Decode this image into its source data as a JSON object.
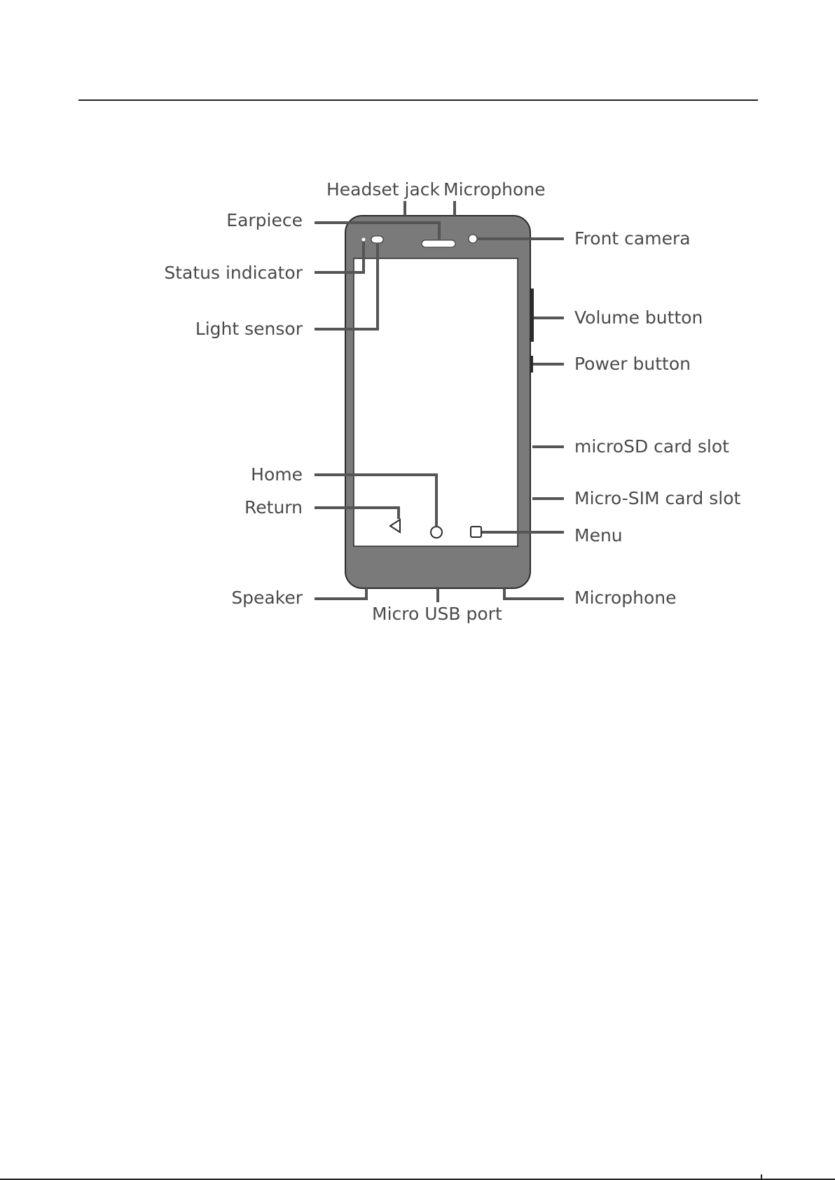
{
  "diagram": {
    "colors": {
      "phone_body": "#7a7a7a",
      "phone_outline": "#2b2b2b",
      "screen": "#ffffff",
      "leader_line": "#555555",
      "label_text": "#4a4a4a",
      "rule": "#222222"
    },
    "labels": {
      "headset_jack": "Headset jack",
      "microphone_top": "Microphone",
      "earpiece": "Earpiece",
      "front_camera": "Front camera",
      "status_indicator": "Status indicator",
      "light_sensor": "Light sensor",
      "volume_button": "Volume button",
      "power_button": "Power button",
      "microsd_slot": "microSD card slot",
      "home": "Home",
      "micro_sim_slot": "Micro-SIM card slot",
      "return": "Return",
      "menu": "Menu",
      "speaker": "Speaker",
      "microphone_bottom": "Microphone",
      "micro_usb_port": "Micro USB port"
    },
    "icons": {
      "return": "triangle-back-icon",
      "home": "circle-home-icon",
      "menu": "square-menu-icon",
      "front_camera": "camera-icon"
    }
  }
}
